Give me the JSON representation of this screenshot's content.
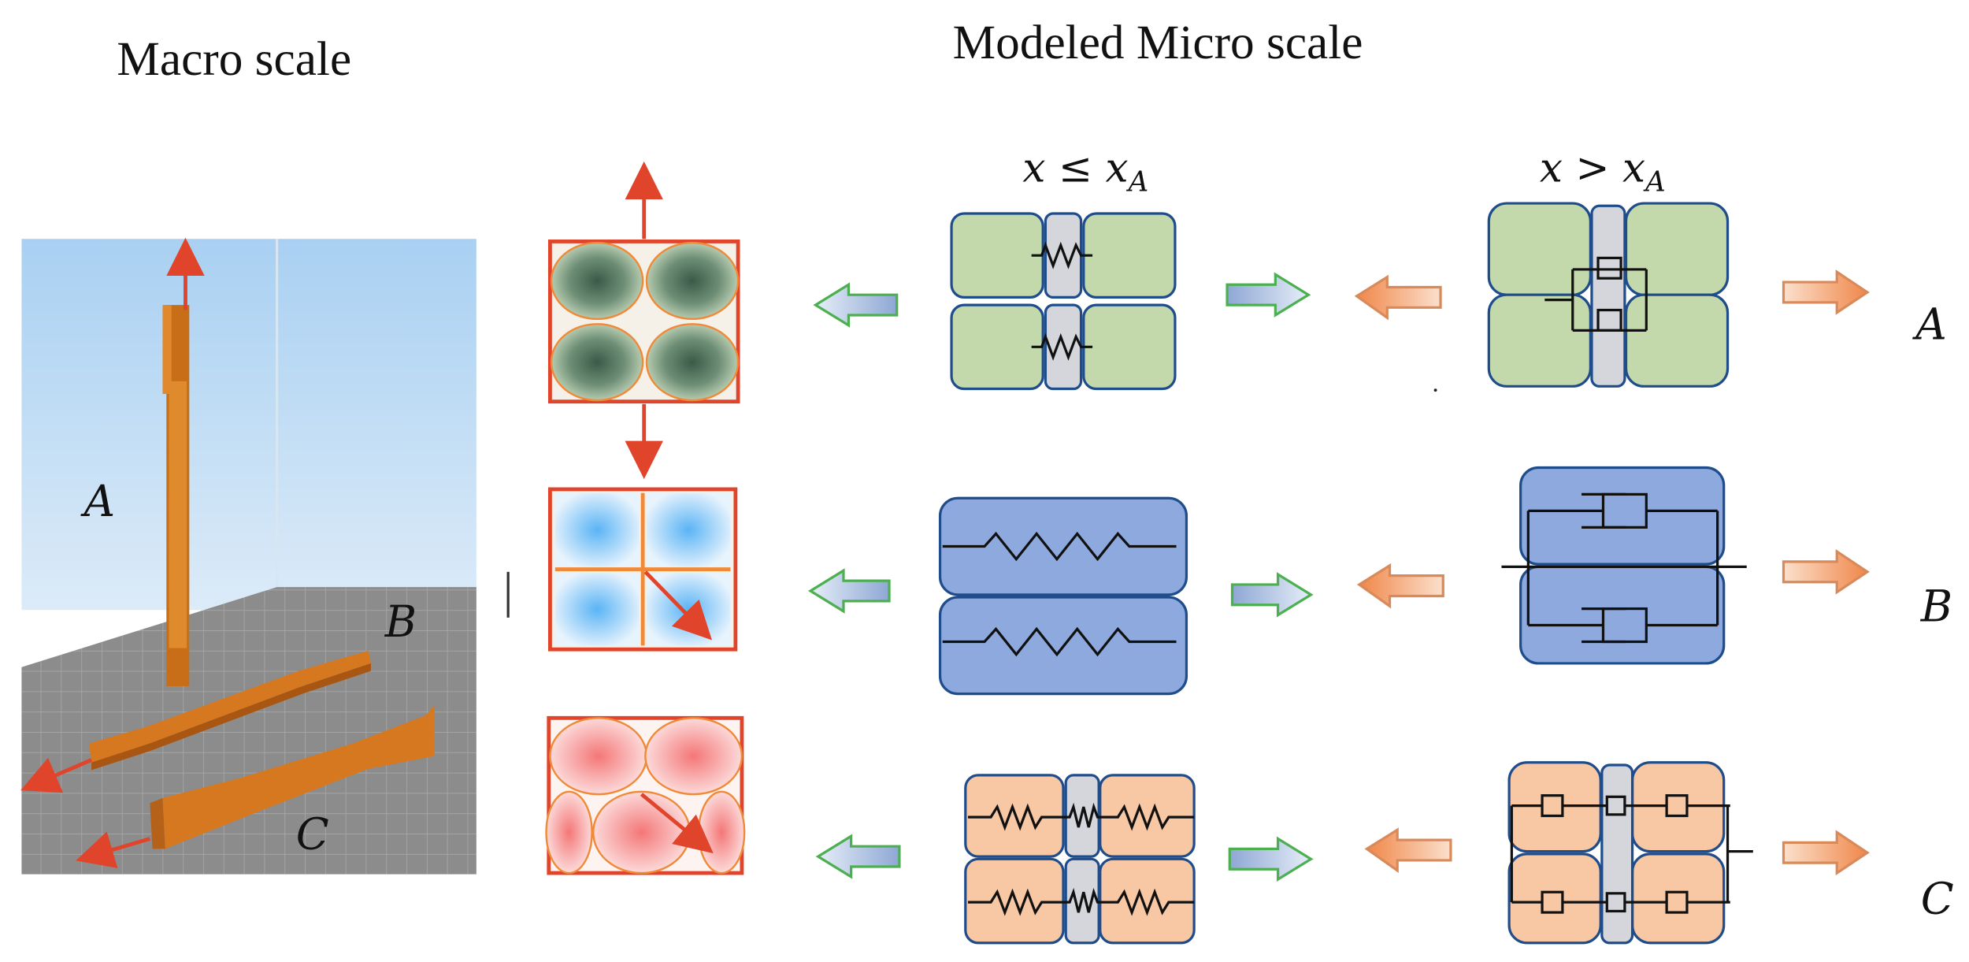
{
  "titles": {
    "macro": "Macro scale",
    "micro": "Modeled Micro scale"
  },
  "conditions": {
    "left": "x ≤ xA",
    "left_var": "x ≤ x",
    "left_sub": "A",
    "right_var": "x > x",
    "right_sub": "A"
  },
  "specimens": {
    "a": "A",
    "b": "B",
    "c": "C"
  },
  "rows": [
    {
      "label": "A",
      "cell_color": "#c3d9ac",
      "grid_color": "#2a4a3a"
    },
    {
      "label": "B",
      "cell_color": "#8da9dd",
      "grid_color": "#3aa0f0"
    },
    {
      "label": "C",
      "cell_color": "#f8c7a4",
      "grid_color": "#f47070"
    }
  ],
  "colors": {
    "sky": "#bcd9f3",
    "floor": "#8a8a8a",
    "specimen": "#d2771b",
    "red_arrow": "#e0442a",
    "box_border": "#1f4d8c",
    "gray_column": "#d4d6db",
    "green_outline": "#4caf50",
    "orange_arrow": "#f3a06a"
  },
  "icons": [
    "red-force-arrow-icon",
    "hollow-left-arrow-icon",
    "hollow-right-arrow-icon",
    "spring-icon",
    "dashpot-icon"
  ]
}
